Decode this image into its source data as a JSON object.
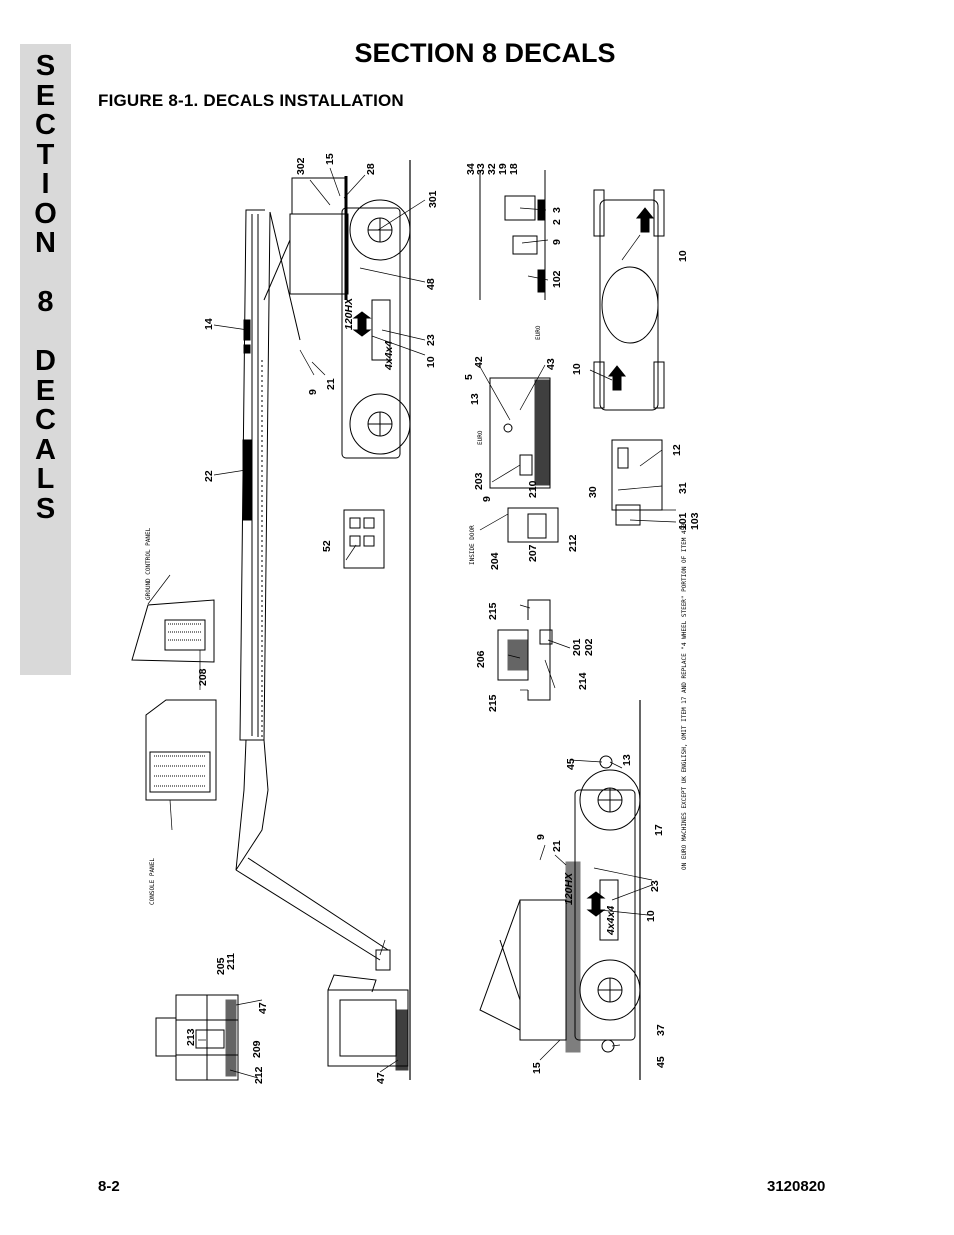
{
  "header": {
    "title": "SECTION 8  DECALS",
    "tab_letters": [
      "S",
      "E",
      "C",
      "T",
      "I",
      "O",
      "N",
      "",
      "8",
      "",
      "D",
      "E",
      "C",
      "A",
      "L",
      "S"
    ]
  },
  "figure": {
    "title": "FIGURE 8-1.    DECALS INSTALLATION",
    "callouts": [
      "302",
      "15",
      "28",
      "301",
      "48",
      "23",
      "10",
      "9",
      "21",
      "14",
      "22",
      "34",
      "33",
      "32",
      "19",
      "18",
      "3",
      "2",
      "9",
      "102",
      "10",
      "10",
      "42",
      "5",
      "13",
      "43",
      "203",
      "9",
      "210",
      "204",
      "207",
      "212",
      "12",
      "30",
      "31",
      "101",
      "103",
      "52",
      "215",
      "206",
      "201",
      "202",
      "214",
      "215",
      "208",
      "45",
      "13",
      "17",
      "23",
      "10",
      "9",
      "21",
      "205",
      "211",
      "47",
      "213",
      "209",
      "212",
      "47",
      "15",
      "37",
      "45"
    ],
    "labels": {
      "ground_control_panel": "GROUND CONTROL PANEL",
      "console_panel": "CONSOLE PANEL",
      "inside_door": "INSIDE DOOR",
      "euro_1": "EURO",
      "euro_2": "EURO",
      "note": "ON EURO MACHINES EXCEPT UK ENGLISH, OMIT ITEM 17 AND REPLACE \"4 WHEEL STEER\" PORTION OF ITEM 453",
      "model": "120HX",
      "four_by_four": "4x4x4"
    }
  },
  "footer": {
    "page": "8-2",
    "doc_number": "3120820"
  }
}
